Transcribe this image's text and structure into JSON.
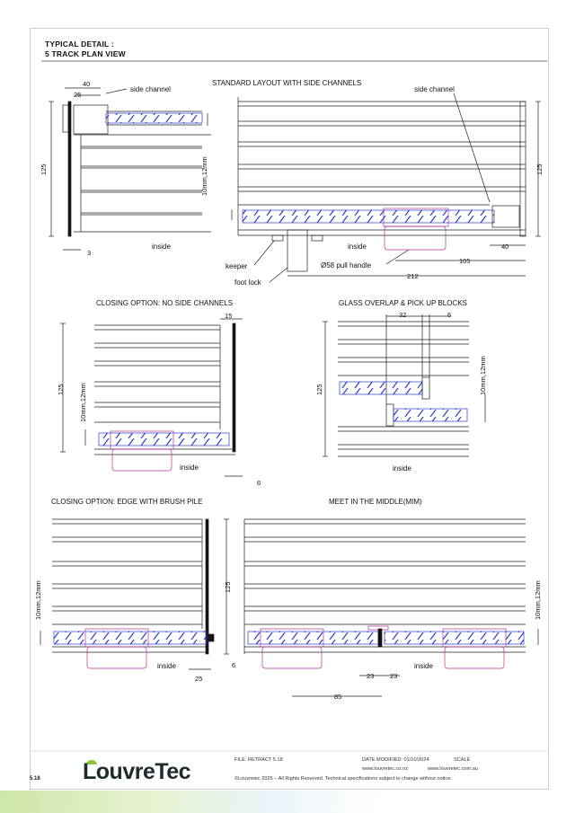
{
  "header": {
    "title_line1": "TYPICAL DETAIL :",
    "title_line2": "5 TRACK PLAN VIEW"
  },
  "labels": {
    "std_layout": "STANDARD LAYOUT WITH SIDE CHANNELS",
    "side_channel": "side channel",
    "inside": "inside",
    "keeper": "keeper",
    "foot_lock": "foot lock",
    "pull_handle": "Ø58 pull handle",
    "glass": "10mm,12mm",
    "no_side_channels": "CLOSING OPTION: NO SIDE CHANNELS",
    "glass_overlap": "GLASS OVERLAP & PICK UP BLOCKS",
    "brush_pile": "CLOSING OPTION: EDGE WITH BRUSH PILE",
    "mim": "MEET IN THE MIDDLE(MIM)"
  },
  "dims": {
    "d40": "40",
    "d25": "25",
    "d125": "125",
    "d3": "3",
    "d105": "105",
    "d212": "212",
    "d15": "15",
    "d6": "6",
    "d32": "32",
    "d23": "23",
    "d85": "85"
  },
  "footer": {
    "page": "5.18",
    "file": "FILE: RETRACT 5.18",
    "date": "DATE MODIFIED: 01/10/2024",
    "scale": "SCALE",
    "web_nz": "www.louvretec.co.nz",
    "web_au": "www.louvretec.com.au",
    "copyright": "©Louvretec 2025 – All Rights Reserved. Technical specifications subject to change without notice.",
    "logo": "LouvreTec"
  },
  "colors": {
    "glass": "#2b3bd1",
    "handle": "#b0309a",
    "line": "#222222",
    "brand_green": "#8dc63f"
  }
}
